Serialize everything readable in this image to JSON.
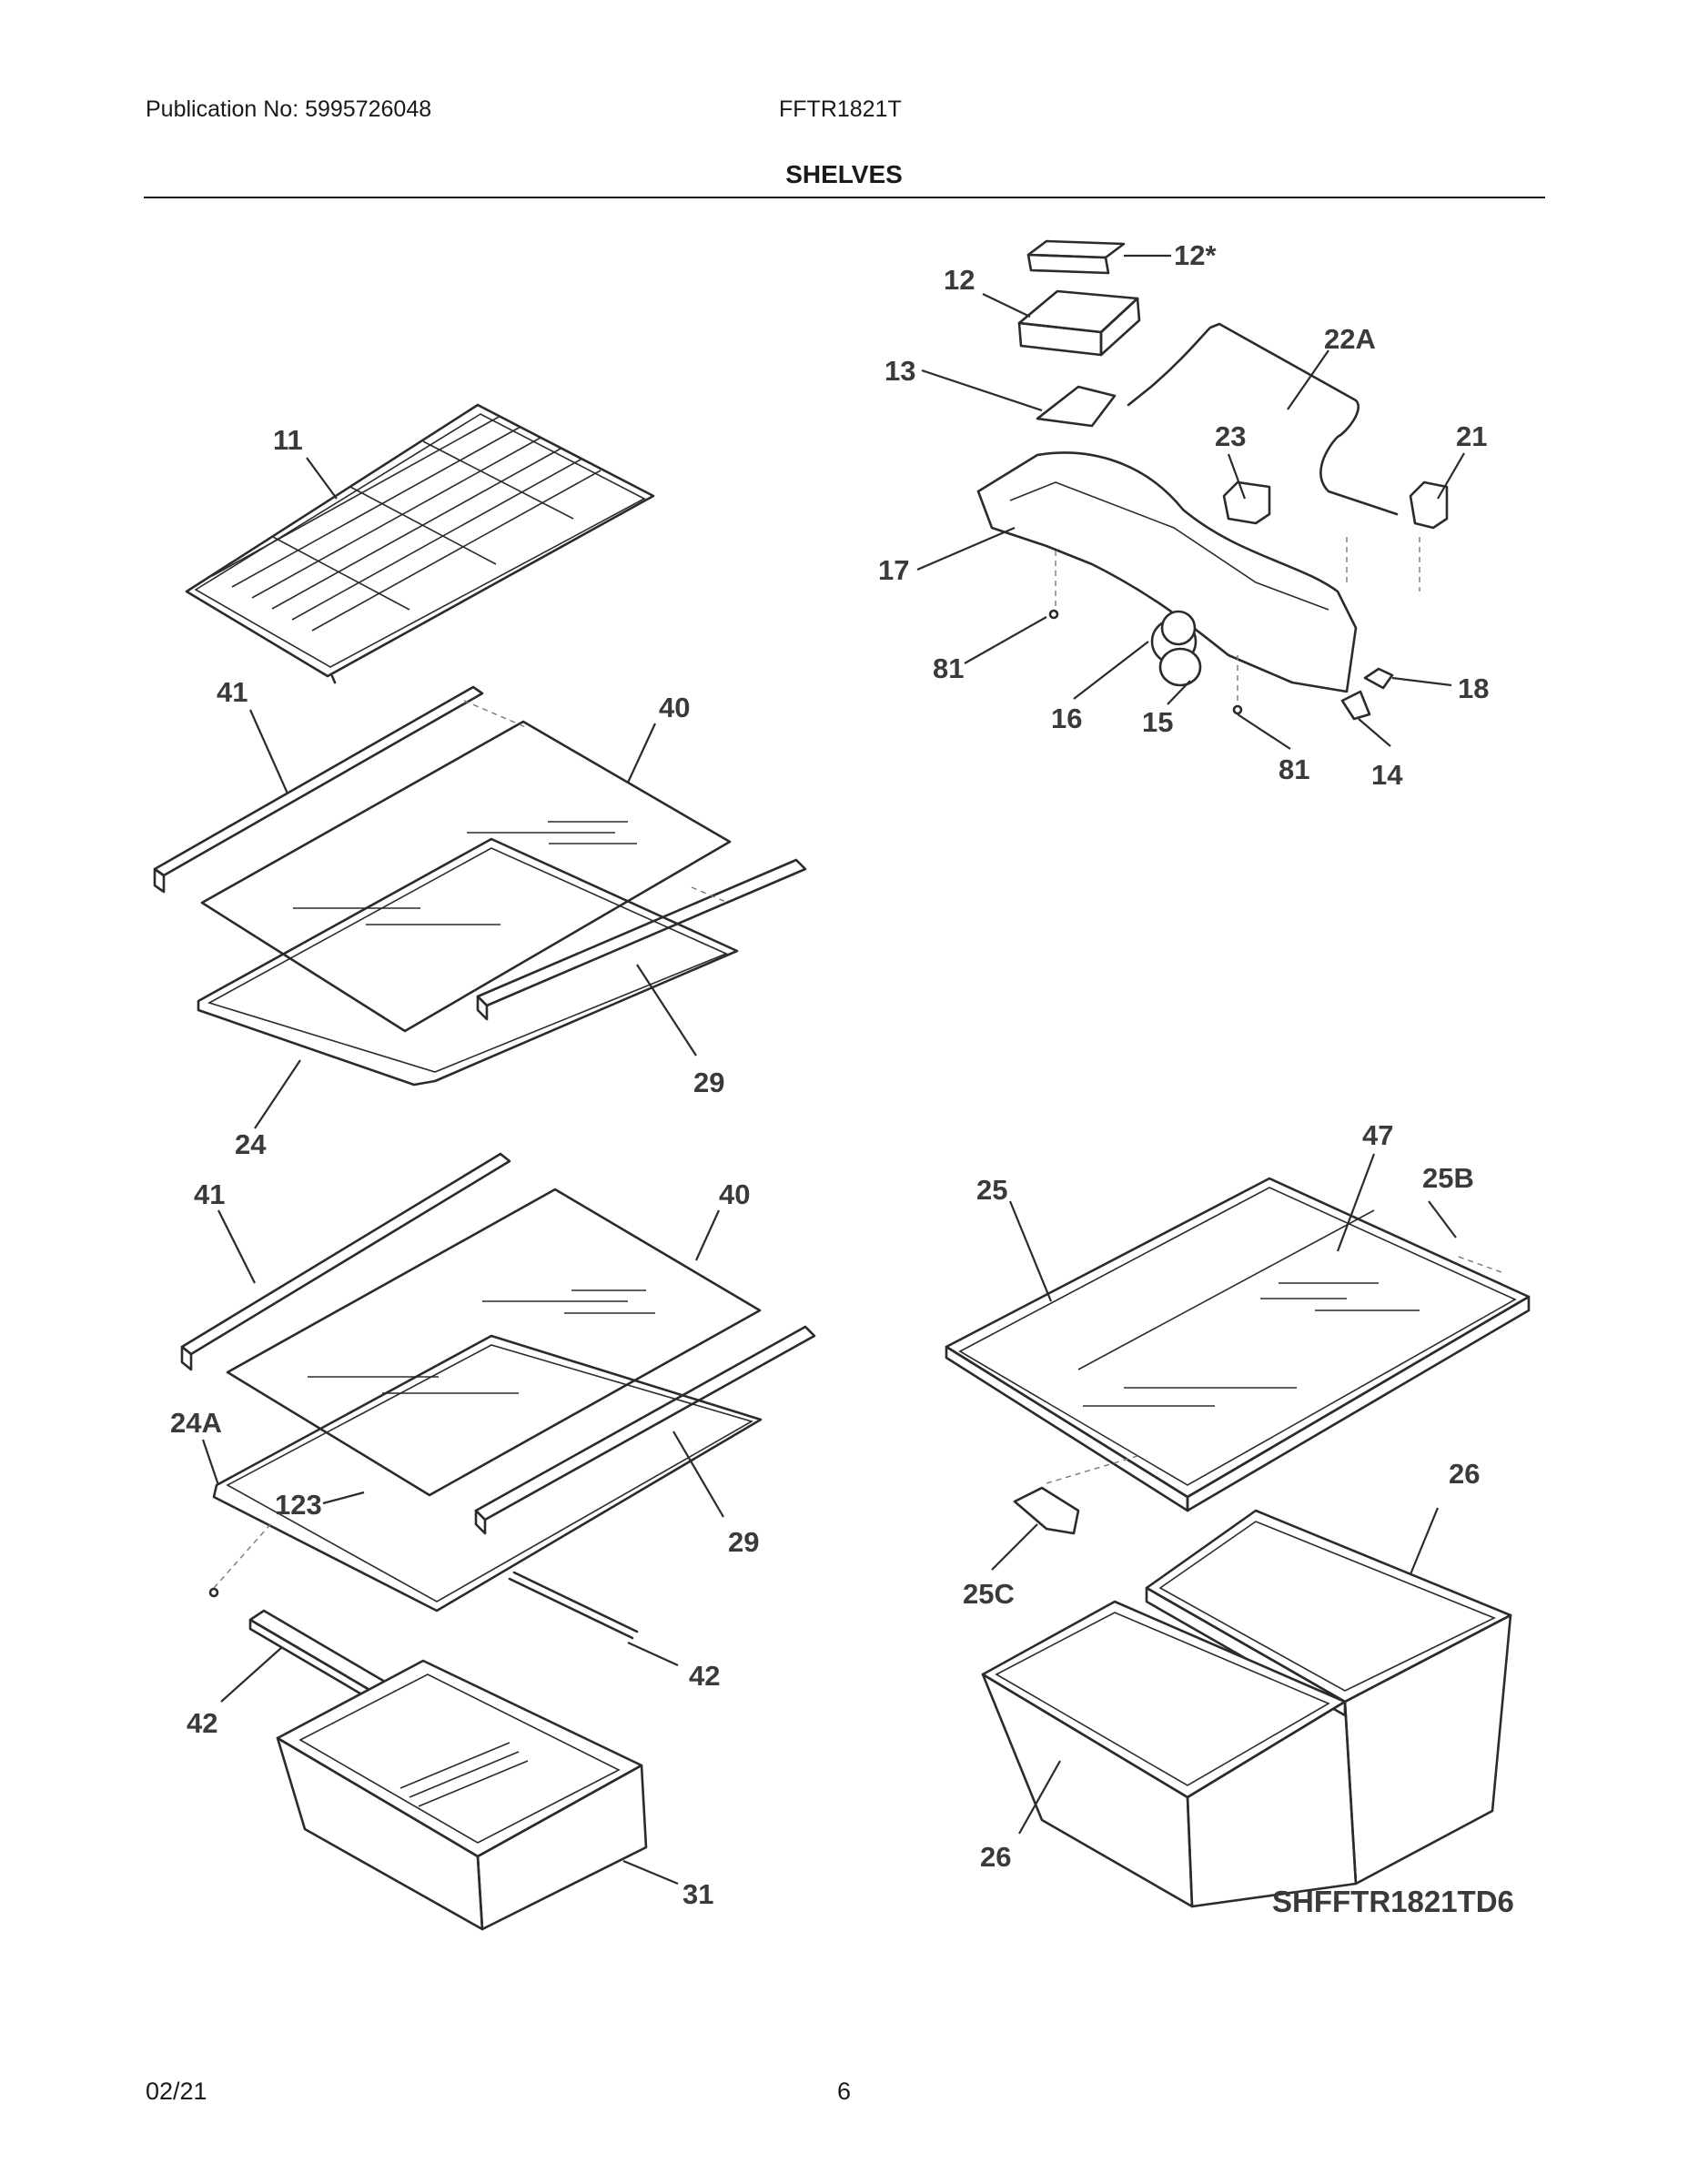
{
  "header": {
    "publication": "Publication No: 5995726048",
    "model": "FFTR1821T",
    "section_title": "SHELVES"
  },
  "footer": {
    "date": "02/21",
    "page": "6"
  },
  "diagram": {
    "drawing_code": "SHFFTR1821TD6",
    "callouts": {
      "c11": "11",
      "c12s": "12*",
      "c12": "12",
      "c13": "13",
      "c22a": "22A",
      "c23": "23",
      "c21": "21",
      "c17": "17",
      "c81a": "81",
      "c16": "16",
      "c15": "15",
      "c81b": "81",
      "c18": "18",
      "c14": "14",
      "c41a": "41",
      "c40a": "40",
      "c29a": "29",
      "c24": "24",
      "c41b": "41",
      "c40b": "40",
      "c24a": "24A",
      "c123": "123",
      "c29b": "29",
      "c42a": "42",
      "c42b": "42",
      "c31": "31",
      "c47": "47",
      "c25": "25",
      "c25b": "25B",
      "c26a": "26",
      "c25c": "25C",
      "c26b": "26"
    }
  }
}
